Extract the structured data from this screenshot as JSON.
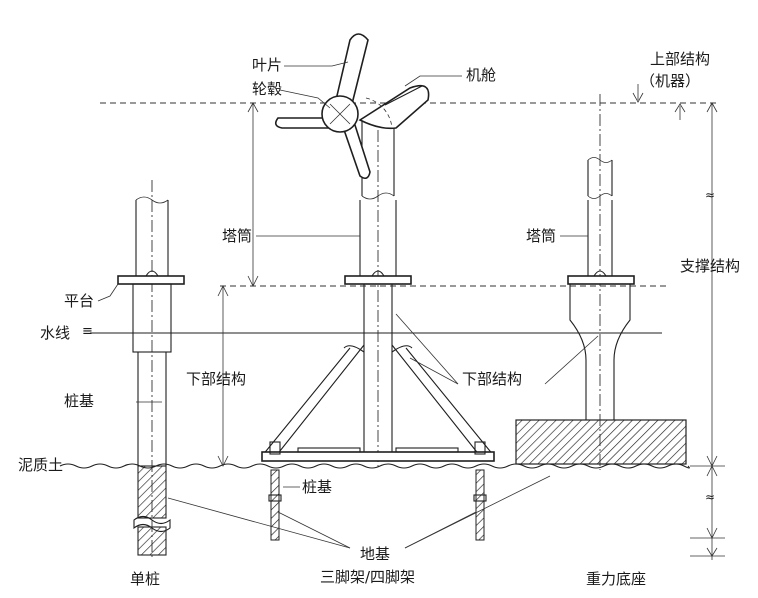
{
  "labels": {
    "blade": "叶片",
    "hub": "轮毂",
    "nacelle": "机舱",
    "upper_structure_line1": "上部结构",
    "upper_structure_line2": "（机器）",
    "tower_left": "塔筒",
    "tower_right": "塔筒",
    "support_structure": "支撑结构",
    "platform": "平台",
    "waterline": "水线",
    "lower_structure_left": "下部结构",
    "lower_structure_center": "下部结构",
    "pile_left": "桩基",
    "pile_center": "桩基",
    "mudline": "泥质土",
    "foundation": "地基",
    "monopile": "单桩",
    "tripod_quadripod": "三脚架/四脚架",
    "gravity_base": "重力底座"
  },
  "symbols": {
    "waterline_marker": "≡",
    "dimension_break_1": "≈",
    "dimension_break_2": "≈"
  }
}
